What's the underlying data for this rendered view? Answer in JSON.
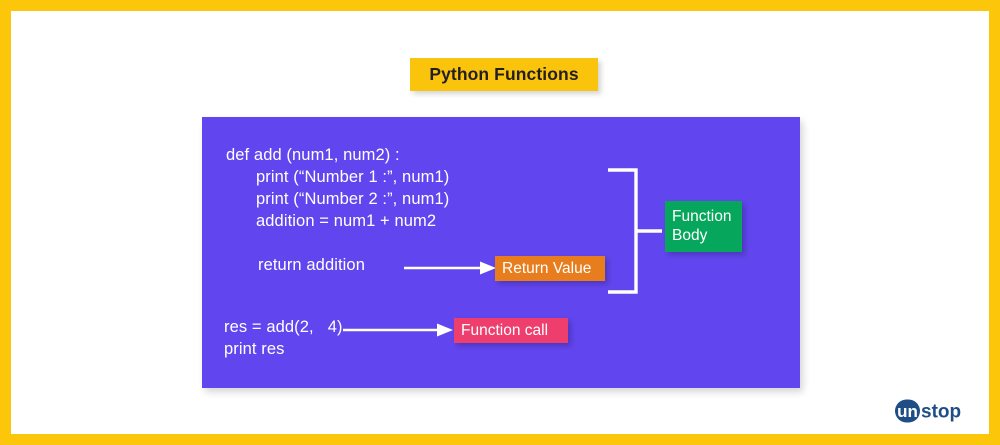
{
  "page": {
    "frame_color": "#FCC60B",
    "background": "#ffffff"
  },
  "title": {
    "text": "Python Functions",
    "background": "#FBC40C",
    "text_color": "#231F20"
  },
  "code_panel": {
    "background": "#6145EE",
    "text_color": "#FFFFFF",
    "lines": [
      "def add (num1, num2) :",
      "print (“Number 1 :”, num1)",
      "print (“Number 2 :”, num1)",
      "addition = num1 + num2",
      "return addition",
      "res = add(2,   4)",
      "print res"
    ]
  },
  "annotations": {
    "return_value": {
      "label": "Return Value",
      "color": "#E87D1E"
    },
    "function_call": {
      "label": "Function call",
      "color": "#ED3E6E"
    },
    "function_body": {
      "label_line1": "Function",
      "label_line2": "Body",
      "color": "#07A65D"
    },
    "brace_color": "#FFFFFF",
    "arrow_color": "#FFFFFF"
  },
  "logo": {
    "badge_text": "un",
    "word_text": "stop",
    "color": "#1F4E87"
  }
}
